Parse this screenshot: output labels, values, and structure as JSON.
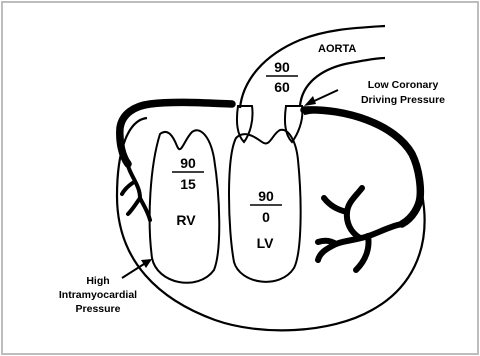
{
  "labels": {
    "aorta": "AORTA",
    "aortic_pressure_top": "90",
    "aortic_pressure_bottom": "60",
    "coronary_line1": "Low Coronary",
    "coronary_line2": "Driving Pressure",
    "rv_pressure_top": "90",
    "rv_pressure_bottom": "15",
    "rv": "RV",
    "lv_pressure_top": "90",
    "lv_pressure_bottom": "0",
    "lv": "LV",
    "imp_line1": "High",
    "imp_line2": "Intramyocardial",
    "imp_line3": "Pressure"
  },
  "colors": {
    "stroke": "#000000",
    "background": "#ffffff",
    "frame": "#bdbdbd"
  }
}
